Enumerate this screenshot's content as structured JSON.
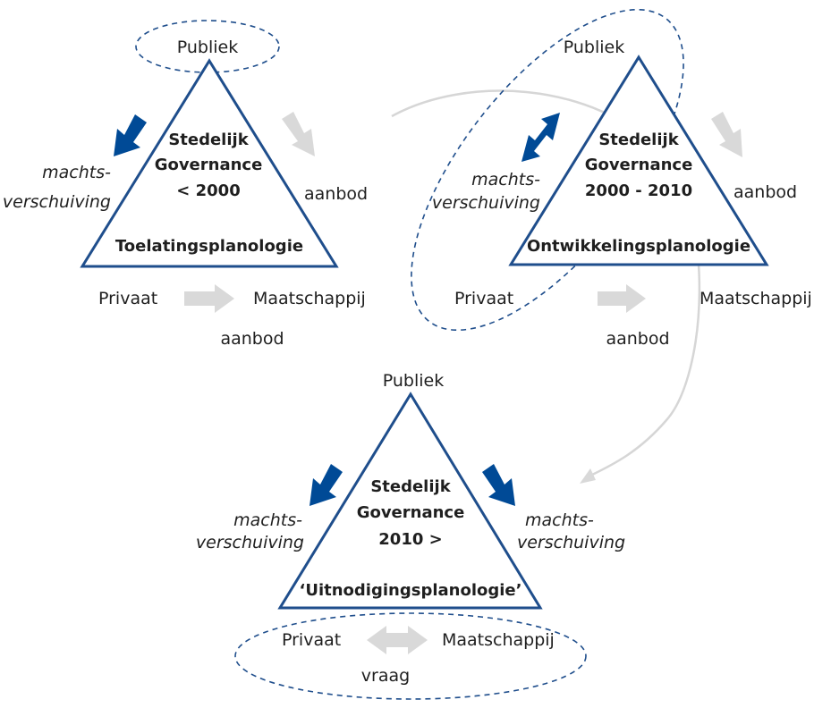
{
  "colors": {
    "triangle_stroke": "#1f4e8c",
    "blue_arrow": "#004a96",
    "grey_arrow": "#d9d9d9",
    "text": "#1f1f1f"
  },
  "diagram1": {
    "top": "Publiek",
    "title_line1": "Stedelijk",
    "title_line2": "Governance",
    "period": "< 2000",
    "planning": "Toelatingsplanologie",
    "left_line1": "machts-",
    "left_line2": "verschuiving",
    "right": "aanbod",
    "bottom_left": "Privaat",
    "bottom_right": "Maatschappij",
    "bottom_below": "aanbod"
  },
  "diagram2": {
    "top": "Publiek",
    "title_line1": "Stedelijk",
    "title_line2": "Governance",
    "period": "2000 - 2010",
    "planning": "Ontwikkelingsplanologie",
    "left_line1": "machts-",
    "left_line2": "verschuiving",
    "right": "aanbod",
    "bottom_left": "Privaat",
    "bottom_right": "Maatschappij",
    "bottom_below": "aanbod"
  },
  "diagram3": {
    "top": "Publiek",
    "title_line1": "Stedelijk",
    "title_line2": "Governance",
    "period": "2010 >",
    "planning": "‘Uitnodigingsplanologie’",
    "left_line1": "machts-",
    "left_line2": "verschuiving",
    "right_line1": "machts-",
    "right_line2": "verschuiving",
    "bottom_left": "Privaat",
    "bottom_right": "Maatschappij",
    "bottom_below": "vraag"
  }
}
